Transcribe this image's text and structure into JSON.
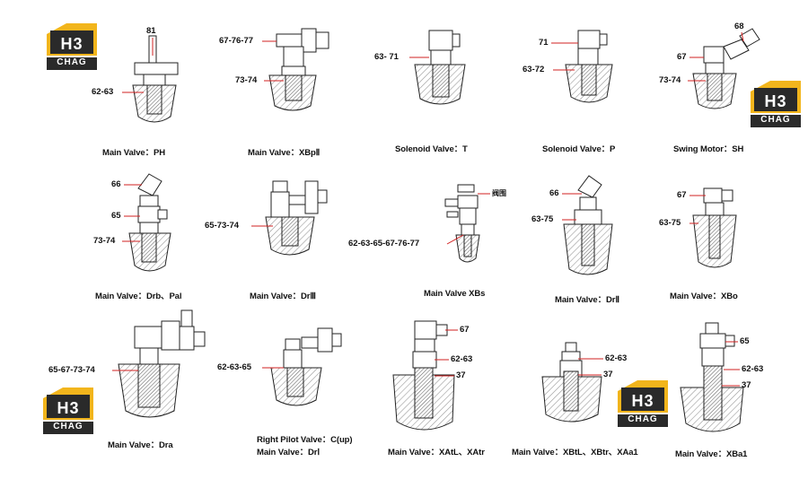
{
  "logos": [
    {
      "top": "H3",
      "bottom": "CHAG"
    },
    {
      "top": "H3",
      "bottom": "CHAG"
    },
    {
      "top": "H3",
      "bottom": "CHAG"
    },
    {
      "top": "H3",
      "bottom": "CHAG"
    }
  ],
  "colors": {
    "leader": "#d22020",
    "hatch": "#9a9a9a",
    "logo_gold": "#f2b51c",
    "logo_dark": "#2a2a2a"
  },
  "diagrams": [
    {
      "id": "ph",
      "caption": "Main Valve：PH",
      "points": [
        "81",
        "62-63"
      ]
    },
    {
      "id": "xbp2",
      "caption": "Main Valve：XBpⅡ",
      "points": [
        "67-76-77",
        "73-74"
      ]
    },
    {
      "id": "sol-t",
      "caption": "Solenoid Valve：T",
      "points": [
        "63- 71"
      ]
    },
    {
      "id": "sol-p",
      "caption": "Solenoid Valve：P",
      "points": [
        "71",
        "63-72"
      ]
    },
    {
      "id": "sh",
      "caption": "Swing Motor：SH",
      "points": [
        "68",
        "67",
        "73-74"
      ]
    },
    {
      "id": "drb",
      "caption": "Main Valve：Drb、Pal",
      "points": [
        "66",
        "65",
        "73-74"
      ]
    },
    {
      "id": "dr3",
      "caption": "Main Valve：DrⅢ",
      "points": [
        "65-73-74"
      ]
    },
    {
      "id": "xbs",
      "caption": "Main Valve XBs",
      "points": [
        "62-63-65-67-76-77",
        "阀围"
      ]
    },
    {
      "id": "dr2",
      "caption": "Main Valve：DrⅡ",
      "points": [
        "66",
        "63-75"
      ]
    },
    {
      "id": "xbo",
      "caption": "Main Valve：XBo",
      "points": [
        "67",
        "63-75"
      ]
    },
    {
      "id": "dra",
      "caption": "Main Valve：Dra",
      "points": [
        "65-67-73-74"
      ]
    },
    {
      "id": "dr1",
      "caption": "Right Pilot Valve：C(up)",
      "caption2": "Main Valve：DrⅠ",
      "points": [
        "62-63-65"
      ]
    },
    {
      "id": "xatl",
      "caption": "Main Valve：XAtL、XAtr",
      "points": [
        "67",
        "62-63",
        "37"
      ]
    },
    {
      "id": "xbtl",
      "caption": "Main Valve：XBtL、XBtr、XAa1",
      "points": [
        "62-63",
        "37"
      ]
    },
    {
      "id": "xba1",
      "caption": "Main Valve：XBa1",
      "points": [
        "65",
        "62-63",
        "37"
      ]
    }
  ]
}
